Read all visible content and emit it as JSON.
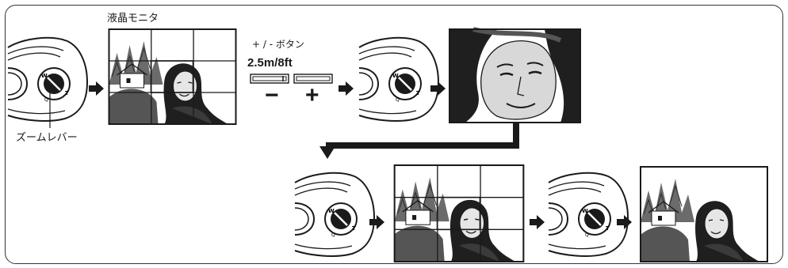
{
  "labels": {
    "monitor": "液晶モニタ",
    "plus_minus_button": "+ / - ボタン",
    "distance": "2.5m/8ft",
    "minus": "−",
    "plus": "+",
    "zoom_lever": "ズームレバー"
  },
  "colors": {
    "stroke": "#1a1a1a",
    "screen": "#9a9a9a",
    "face": "#d8d8d8",
    "background": "#ffffff"
  },
  "icons": [
    "camera-zoom-lever-icon",
    "arrow-right-icon",
    "arrow-down-left-icon"
  ]
}
